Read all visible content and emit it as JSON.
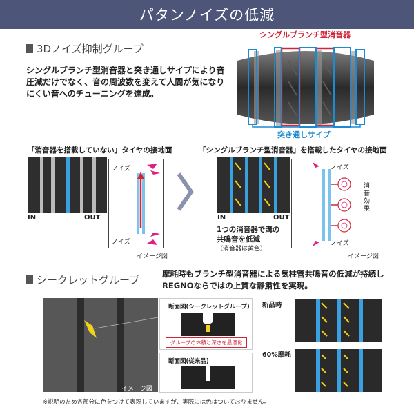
{
  "header": {
    "title": "パタンノイズの低減"
  },
  "section1": {
    "heading": "3Dノイズ抑制グループ",
    "body": "シングルブランチ型消音器と突き通しサイプにより音圧減だけでなく、音の周波数を変えて人間が気になりにくい音へのチューニングを達成。",
    "red_label": "シングルブランチ型消音器",
    "blue_label": "突き通しサイプ",
    "caption_left": "「消音器を搭載していない」タイヤの接地面",
    "caption_right": "「シングルブランチ型消音器」を搭載したタイヤの接地面",
    "in_label": "IN",
    "out_label": "OUT",
    "noise_label": "ノイズ",
    "image_note": "イメージ図",
    "muffler_text_1": "1つの消音器で溝の",
    "muffler_text_2": "共鳴音を低減",
    "muffler_text_3": "（消音器は黄色）",
    "effect_label": "消音効果"
  },
  "section2": {
    "heading": "シークレットグループ",
    "body": "摩耗時もブランチ型消音器による気柱管共鳴音の低減が持続しREGNOならではの上質な静粛性を実現。",
    "cross_title_1": "断面図(シークレットグループ)",
    "cross_note": "グループの体積と深さを最適化",
    "cross_title_2": "断面図(従来品)",
    "image_note": "イメージ図",
    "new_label": "新品時",
    "worn_label": "60%摩耗"
  },
  "footnote": "※説明のため各部分に色をつけて表現していますが、実際には色はついておりません。",
  "colors": {
    "banner": "#4d5578",
    "red": "#d0263a",
    "blue": "#1d8ad1",
    "yellow": "#f2d21b",
    "pink": "#e0207f"
  }
}
